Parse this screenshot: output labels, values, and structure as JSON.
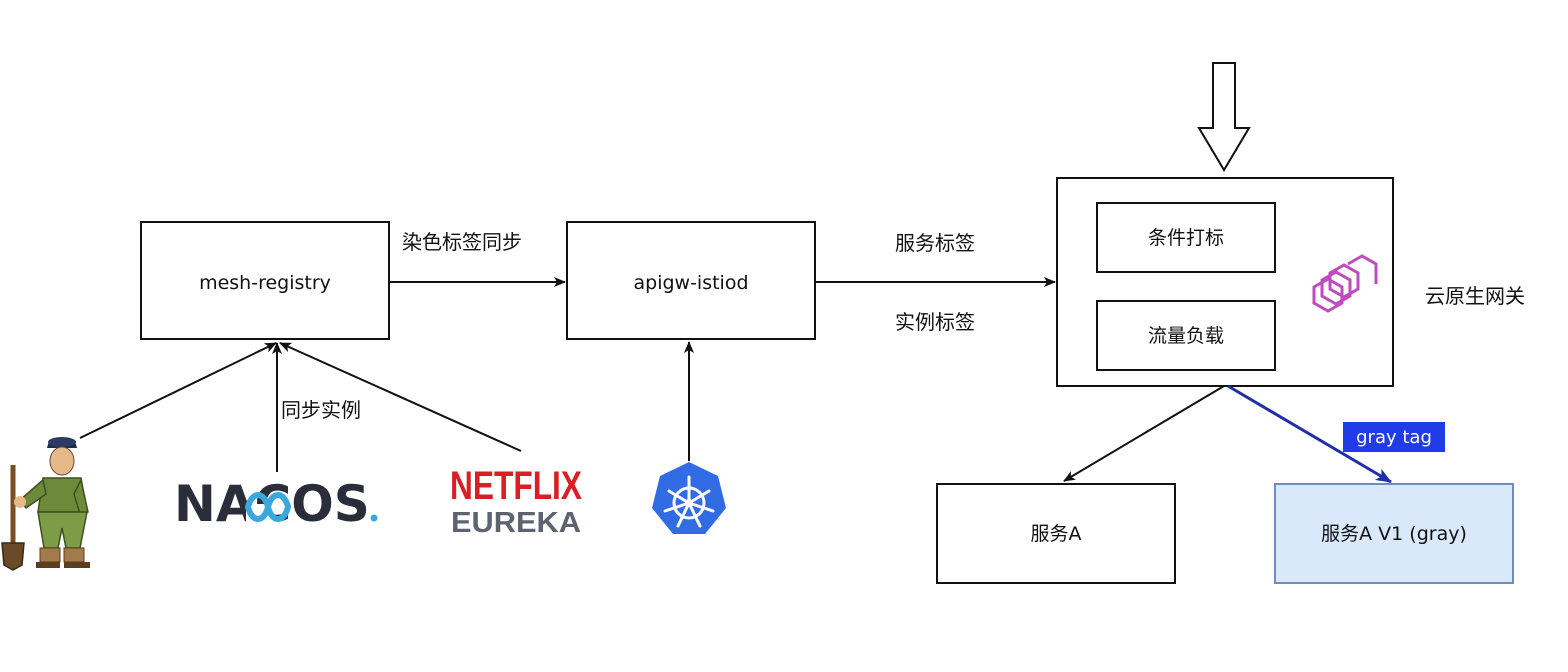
{
  "nodes": {
    "mesh_registry": "mesh-registry",
    "apigw_istiod": "apigw-istiod",
    "condition_tag": "条件打标",
    "traffic_lb": "流量负载",
    "service_a": "服务A",
    "service_a_v1": "服务A V1 (gray)"
  },
  "labels": {
    "dye_tag_sync": "染色标签同步",
    "service_tag": "服务标签",
    "instance_tag": "实例标签",
    "sync_instance": "同步实例",
    "cloud_native_gateway": "云原生网关",
    "gray_tag": "gray tag"
  },
  "logos": {
    "nacos": "NACOS",
    "netflix": "NETFLIX",
    "eureka": "EUREKA"
  },
  "colors": {
    "gray_edge": "#1f2fa8",
    "gray_tag_bg": "#1f3ce6",
    "gray_box_fill": "#dae8fc",
    "gray_box_stroke": "#6c8ebf",
    "envoy_logo": "#c04bc0",
    "kubernetes": "#326ce5",
    "nacos_accent": "#3aa7dd",
    "netflix_red": "#d81f26"
  },
  "icons": {
    "worker": "worker-with-shovel-icon",
    "kubernetes": "kubernetes-helm-icon",
    "envoy": "envoy-logo-icon",
    "ingress": "hollow-down-arrow-icon"
  }
}
